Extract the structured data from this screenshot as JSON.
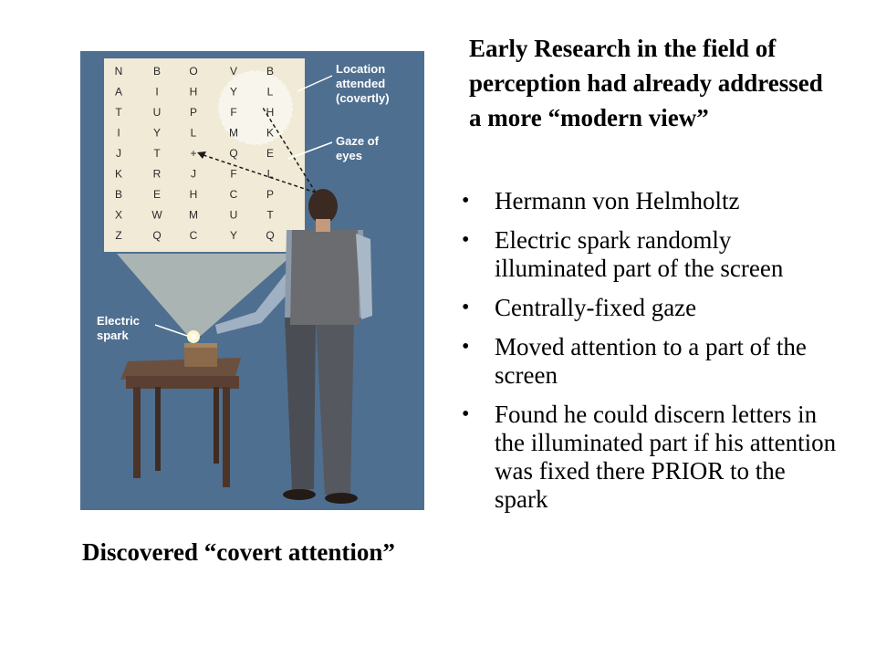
{
  "slide": {
    "title": "Early Research in the field of perception had already addressed a more “modern view”",
    "bullets": [
      "Hermann von Helmholtz",
      "Electric spark randomly illuminated part of the screen",
      "Centrally-fixed gaze",
      "Moved attention to a part of the screen",
      "Found he could discern letters  in the illuminated part if his attention was fixed there PRIOR to the spark"
    ],
    "bullet_glyph": "•",
    "caption": "Discovered “covert attention”"
  },
  "figure": {
    "background_color": "#4f6f90",
    "chart_columns": [
      [
        "N",
        "A",
        "T",
        "I",
        "J",
        "K",
        "B",
        "X",
        "Z"
      ],
      [
        "B",
        "I",
        "U",
        "Y",
        "T",
        "R",
        "E",
        "W",
        "Q"
      ],
      [
        "O",
        "H",
        "P",
        "L",
        "+",
        "J",
        "H",
        "M",
        "C"
      ],
      [
        "V",
        "Y",
        "F",
        "M",
        "Q",
        "F",
        "C",
        "U",
        "Y"
      ],
      [
        "B",
        "L",
        "H",
        "K",
        "E",
        "L",
        "P",
        "T",
        "Q"
      ]
    ],
    "labels": {
      "location": [
        "Location",
        "attended",
        "(covertly)"
      ],
      "gaze": [
        "Gaze of",
        "eyes"
      ],
      "spark": [
        "Electric",
        "spark"
      ]
    }
  }
}
